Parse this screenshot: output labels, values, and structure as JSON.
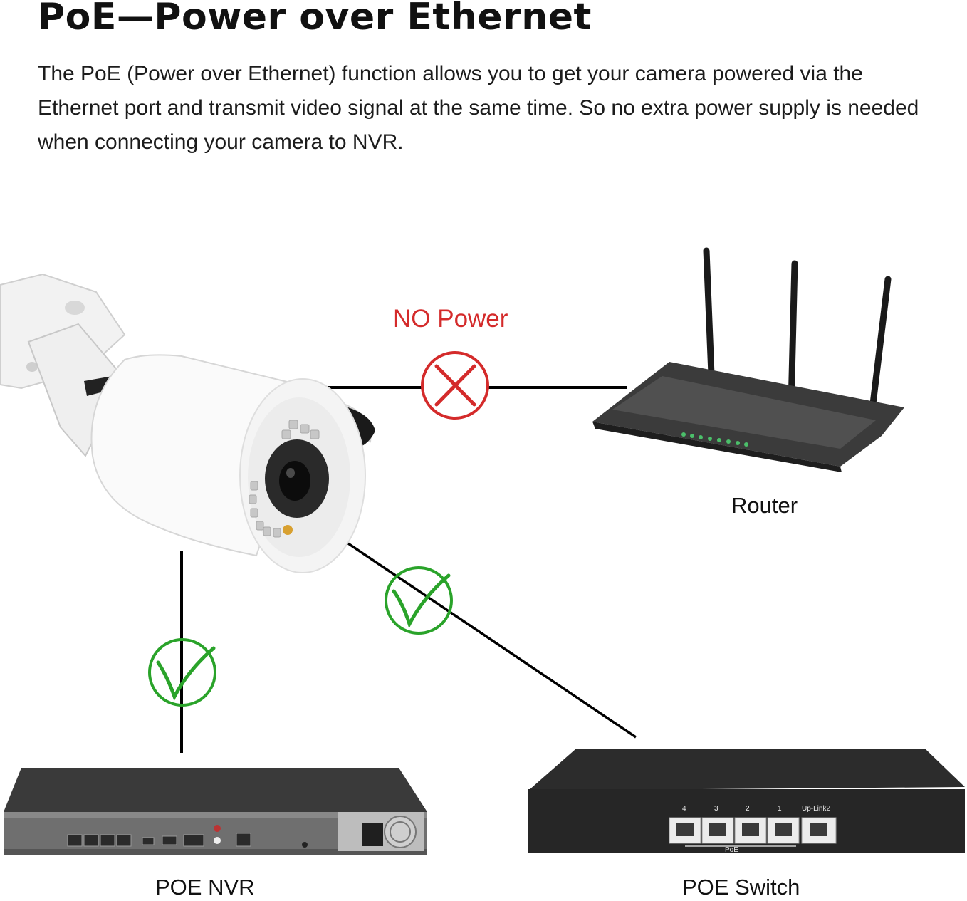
{
  "title": "PoE—Power over Ethernet",
  "description": "The PoE (Power over Ethernet) function allows you to get your camera powered via the Ethernet port and transmit video signal at the same time. So no extra power supply is needed when connecting your camera to NVR.",
  "connections": {
    "router": {
      "label": "NO Power",
      "status_icon": "cross-circle-icon",
      "color": "#d42b2b"
    },
    "nvr": {
      "status_icon": "check-circle-icon",
      "color": "#2aa32a"
    },
    "switch": {
      "status_icon": "check-circle-icon",
      "color": "#2aa32a"
    }
  },
  "devices": {
    "camera": {
      "icon": "bullet-camera-icon"
    },
    "router": {
      "label": "Router",
      "icon": "router-icon"
    },
    "nvr": {
      "label": "POE NVR",
      "icon": "nvr-icon"
    },
    "switch": {
      "label": "POE Switch",
      "icon": "switch-icon",
      "port_labels": [
        "4",
        "3",
        "2",
        "1",
        "Up-Link2"
      ],
      "group_label": "PoE"
    }
  }
}
